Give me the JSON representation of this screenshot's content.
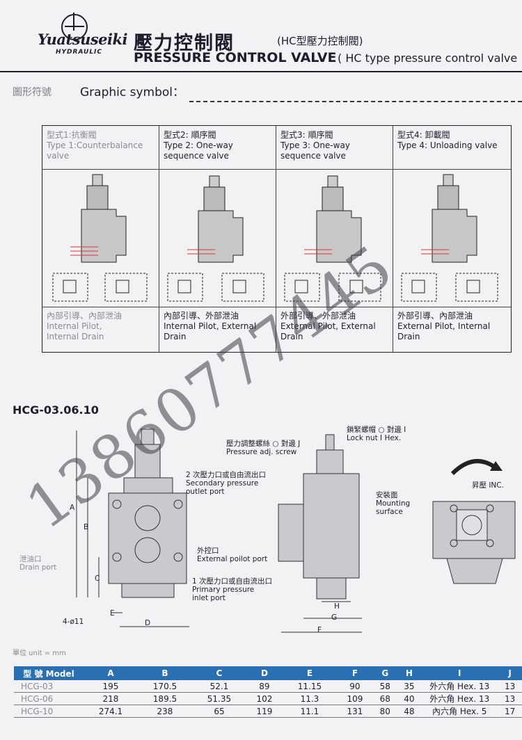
{
  "header": {
    "brand": "Yuatsuseiki",
    "brand_sub": "HYDRAULIC",
    "title_zh": "壓力控制閥",
    "title_zh_sub": "(HC型壓力控制閥)",
    "title_en": "PRESSURE CONTROL VALVE",
    "title_en_sub": "( HC type pressure control valve"
  },
  "graphic": {
    "title_zh": "圖形符號",
    "title_en": "Graphic symbol：",
    "types": [
      {
        "zh": "型式1:抗衡閥",
        "en": "Type 1:Counterbalance valve",
        "pilot_zh": "內部引導、內部泄油",
        "pilot_en": "Internal Pilot, Internal Drain"
      },
      {
        "zh": "型式2: 順序閥",
        "en": "Type 2: One-way sequence valve",
        "pilot_zh": "內部引導、外部泄油",
        "pilot_en": "Internal Pilot, External Drain"
      },
      {
        "zh": "型式3: 順序閥",
        "en": "Type 3: One-way sequence valve",
        "pilot_zh": "外部引導、外部泄油",
        "pilot_en": "External Pilot, External Drain"
      },
      {
        "zh": "型式4: 卸載閥",
        "en": "Type 4: Unloading valve",
        "pilot_zh": "外部引導、內部泄油",
        "pilot_en": "External Pilot, Internal Drain"
      }
    ]
  },
  "drawing": {
    "model": "HCG-03.06.10",
    "secondary_zh": "2 次壓力口或自由流出口",
    "secondary_en": "Secondary pressure outlet port",
    "external_zh": "外控口",
    "external_en": "External poilot port",
    "primary_zh": "1 次壓力口或自由流出口",
    "primary_en": "Primary pressure inlet port",
    "drain_zh": "泄油口",
    "drain_en": "Drain port",
    "hole": "4-ø11",
    "adj_zh": "壓力調整螺絲 ○ 對邊 J",
    "adj_en": "Pressure adj. screw",
    "lock_zh": "鎖緊螺帽 ○ 對邊 I",
    "lock_en": "Lock nut I Hex.",
    "mount_zh": "安裝面",
    "mount_en": "Mounting surface",
    "inc": "昇壓 INC.",
    "dims": {
      "A": "A",
      "B": "B",
      "C": "C",
      "D": "D",
      "E": "E",
      "F": "F",
      "G": "G",
      "H": "H"
    }
  },
  "unit": "單位 unit = mm",
  "table": {
    "headers": [
      "型 號 Model",
      "A",
      "B",
      "C",
      "D",
      "E",
      "F",
      "G",
      "H",
      "I",
      "J"
    ],
    "rows": [
      [
        "HCG-03",
        "195",
        "170.5",
        "52.1",
        "89",
        "11.15",
        "90",
        "58",
        "35",
        "外六角 Hex. 13",
        "13"
      ],
      [
        "HCG-06",
        "218",
        "189.5",
        "51.35",
        "102",
        "11.3",
        "109",
        "68",
        "40",
        "外六角 Hex. 13",
        "13"
      ],
      [
        "HCG-10",
        "274.1",
        "238",
        "65",
        "119",
        "11.1",
        "131",
        "80",
        "48",
        "內六角 Hex. 5",
        "17"
      ]
    ]
  },
  "watermark": "13860777445"
}
